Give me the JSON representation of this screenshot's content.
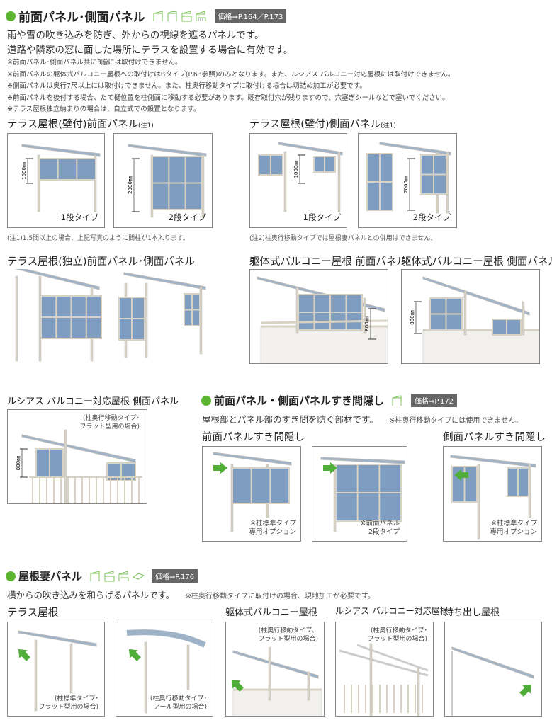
{
  "section1": {
    "title": "前面パネル･側面パネル",
    "price": "価格⇒P.164／P.173",
    "desc": [
      "雨や雪の吹き込みを防ぎ、外からの視線を遮るパネルです。",
      "道路や隣家の窓に面した場所にテラスを設置する場合に有効です。"
    ],
    "notes": [
      "※前面パネル･側面パネル共に3階には取付けできません。",
      "※前面パネルの躯体式バルコニー屋根への取付けはBタイプ(P.63参照)のみとなります。また、ルシアス バルコニー対応屋根には取付けできません。",
      "※側面パネルは奥行7尺以上には取付けできません。また、柱奥行移動タイプに取付ける場合は切詰め加工が必要です。",
      "※前面パネルを後付する場合、たて樋位置を柱側面に移動する必要があります。既存取付穴が残りますので、穴塞ぎシールなどで塞いでください。",
      "※テラス屋根独立納まりの場合は、自立式での設置となります。"
    ],
    "wall_front": {
      "heading": "テラス屋根(壁付)前面パネル",
      "sup": "(注1)",
      "items": [
        {
          "dim": "1000㎜",
          "label": "1段タイプ"
        },
        {
          "dim": "2000㎜",
          "label": "2段タイプ"
        }
      ],
      "footnote": "(注1)1.5間以上の場合、上記写真のように間柱が1本入ります。"
    },
    "wall_side": {
      "heading": "テラス屋根(壁付)側面パネル",
      "sup": "(注1)",
      "items": [
        {
          "dim": "1000㎜",
          "label": "1段タイプ"
        },
        {
          "dim": "2000㎜",
          "label": "2段タイプ"
        }
      ],
      "footnote": "(注2)柱奥行移動タイプでは屋根妻パネルとの併用はできません。"
    },
    "independent": {
      "heading": "テラス屋根(独立)前面パネル･側面パネル"
    },
    "balcony_front": {
      "heading": "躯体式バルコニー屋根 前面パネル",
      "dim": "800㎜"
    },
    "balcony_side": {
      "heading": "躯体式バルコニー屋根 側面パネル",
      "dim": "800㎜"
    },
    "lucias_side": {
      "heading": "ルシアス バルコニー対応屋根 側面パネル",
      "note": [
        "(柱奥行移動タイプ･",
        "フラット型用の場合)"
      ],
      "dim": "800㎜"
    }
  },
  "section2": {
    "title": "前面パネル・側面パネルすき間隠し",
    "price": "価格⇒P.172",
    "desc": "屋根部とパネル部のすき間を防ぐ部材です。",
    "note": "※柱奥行移動タイプには使用できません。",
    "front": {
      "heading": "前面パネルすき間隠し",
      "items": [
        [
          "※柱標準タイプ",
          "専用オプション"
        ],
        [
          "※前面パネル",
          "2段タイプ"
        ]
      ]
    },
    "side": {
      "heading": "側面パネルすき間隠し",
      "items": [
        [
          "※柱標準タイプ",
          "専用オプション"
        ]
      ]
    }
  },
  "section3": {
    "title": "屋根妻パネル",
    "price": "価格⇒P.176",
    "desc": "横からの吹き込みを和らげるパネルです。",
    "note": "※柱奥行移動タイプに取付けの場合、現地加工が必要です。",
    "terrace": {
      "heading": "テラス屋根",
      "items": [
        [
          "(柱標準タイプ･",
          "フラット型用の場合)"
        ],
        [
          "(柱奥行移動タイプ･",
          "アール型用の場合)"
        ]
      ]
    },
    "balcony": {
      "heading": "躯体式バルコニー屋根",
      "note": [
        "(柱奥行移動タイプ、",
        "フラット型用の場合)"
      ]
    },
    "lucias": {
      "heading": "ルシアス バルコニー対応屋根",
      "note": [
        "(柱奥行移動タイプ･",
        "フラット型用の場合)"
      ]
    },
    "cantilever": {
      "heading": "持ち出し屋根"
    }
  },
  "colors": {
    "accent": "#5cb531",
    "panel": "#7f9dc0",
    "frame": "#d8d2c4",
    "badge": "#666666"
  }
}
